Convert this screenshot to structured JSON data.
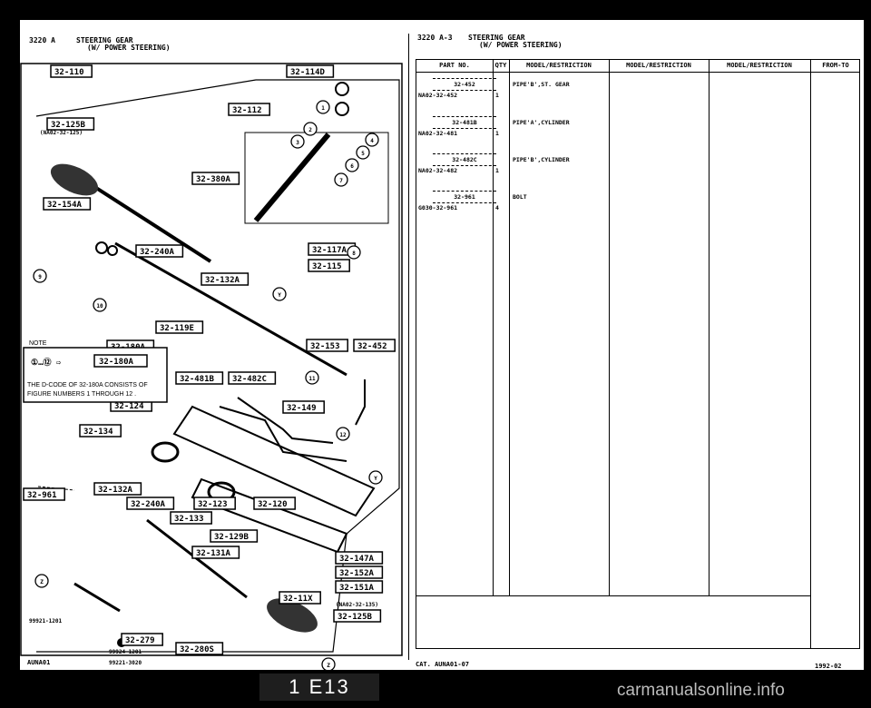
{
  "left_page": {
    "code": "3220 A",
    "title_line1": "STEERING GEAR",
    "title_line2": "(W/ POWER STEERING)",
    "footer": "AUNA01"
  },
  "right_page": {
    "code": "3220 A-3",
    "title_line1": "STEERING GEAR",
    "title_line2": "(W/ POWER STEERING)",
    "footer_left": "CAT. AUNA01-07",
    "footer_right": "1992-02"
  },
  "diagram": {
    "callouts": [
      "32-110",
      "32-114D",
      "32-112",
      "32-125B",
      "32-380A",
      "32-154A",
      "32-240A",
      "32-117A",
      "32-115",
      "32-132A",
      "32-119E",
      "32-180A",
      "32-153",
      "32-452",
      "32-481B",
      "32-482C",
      "32-149",
      "32-124",
      "32-134",
      "32-961",
      "32-132A",
      "32-240A",
      "32-123",
      "32-120",
      "32-133",
      "32-129B",
      "32-131A",
      "32-147A",
      "32-152A",
      "32-151A",
      "32-11X",
      "32-279",
      "32-280S",
      "32-125B"
    ],
    "numbers": [
      "1",
      "2",
      "3",
      "4",
      "5",
      "6",
      "7",
      "8",
      "9",
      "10",
      "11",
      "12"
    ],
    "letters": [
      "Y",
      "Y",
      "Z",
      "Z"
    ],
    "small_labels": [
      "(NA02-32-125)",
      "(NA02-32-135)",
      "99921-1201",
      "99924-1201",
      "99221-3020"
    ],
    "note_title": "NOTE",
    "note_arrow_target": "32-180A",
    "note_text_line1": "THE D-CODE OF 32-180A CONSISTS OF",
    "note_text_line2": "FIGURE NUMBERS 1 THROUGH 12 ."
  },
  "table": {
    "headers": [
      "PART NO.",
      "QTY",
      "MODEL/RESTRICTION",
      "MODEL/RESTRICTION",
      "MODEL/RESTRICTION",
      "FROM-TO"
    ],
    "rows": [
      {
        "ref": "32-452",
        "part_no": "NA02-32-452",
        "qty": "1",
        "desc": "PIPE'B',ST. GEAR"
      },
      {
        "ref": "32-481B",
        "part_no": "NA02-32-481",
        "qty": "1",
        "desc": "PIPE'A',CYLINDER"
      },
      {
        "ref": "32-482C",
        "part_no": "NA02-32-482",
        "qty": "1",
        "desc": "PIPE'B',CYLINDER"
      },
      {
        "ref": "32-961",
        "part_no": "G030-32-961",
        "qty": "4",
        "desc": "BOLT"
      }
    ]
  },
  "page_label": "1 E13",
  "watermark": "carmanualsonline.info"
}
